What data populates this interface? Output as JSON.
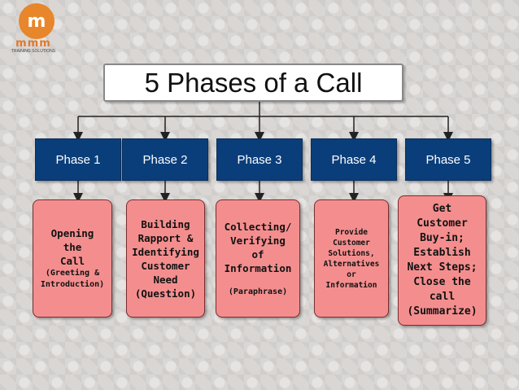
{
  "logo": {
    "mark": "m",
    "name": "mmm",
    "tagline": "TRAINING SOLUTIONS"
  },
  "title": "5 Phases of a Call",
  "phases": [
    {
      "label": "Phase 1",
      "detail_lines": [
        "Opening\nthe\nCall"
      ],
      "detail_sub": "(Greeting &\nIntroduction)"
    },
    {
      "label": "Phase 2",
      "detail_lines": [
        "Building\nRapport &\nIdentifying\nCustomer\nNeed\n(Question)"
      ],
      "detail_sub": ""
    },
    {
      "label": "Phase 3",
      "detail_lines": [
        "Collecting/\nVerifying\nof\nInformation"
      ],
      "detail_sub": "(Paraphrase)"
    },
    {
      "label": "Phase 4",
      "detail_lines": [
        "Provide\nCustomer\nSolutions,\nAlternatives\nor\nInformation"
      ],
      "detail_sub": ""
    },
    {
      "label": "Phase 5",
      "detail_lines": [
        "Get\nCustomer\nBuy-in;\nEstablish\nNext Steps;\nClose the call\n(Summarize)"
      ],
      "detail_sub": ""
    }
  ],
  "colors": {
    "phase_fill": "#0a3e7a",
    "detail_fill": "#f48e8e",
    "connector": "#222222"
  }
}
